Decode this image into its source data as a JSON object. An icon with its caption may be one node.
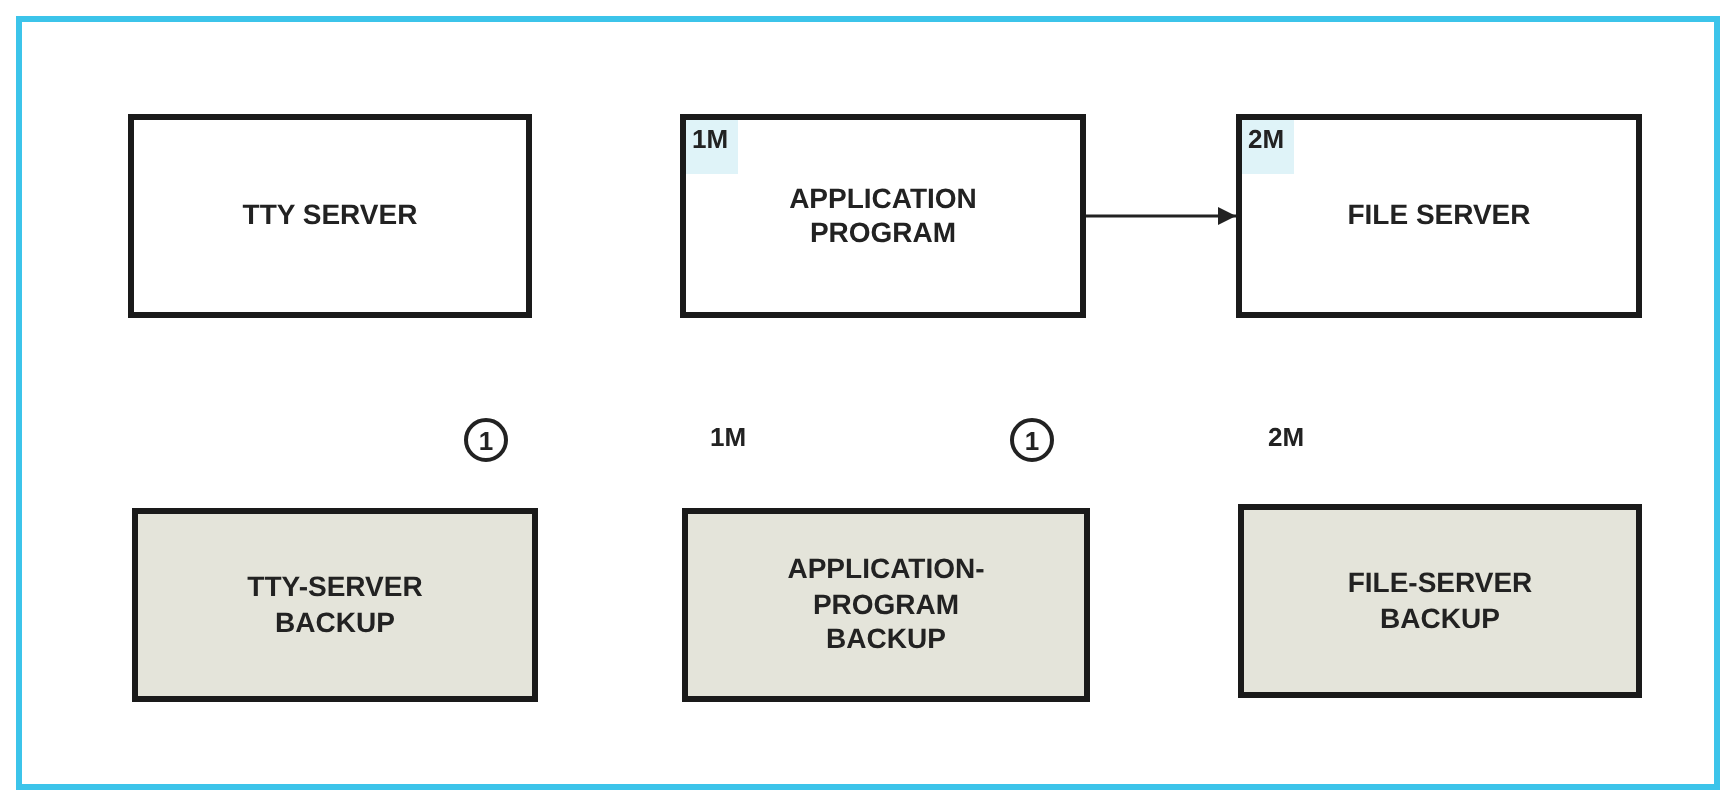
{
  "diagram": {
    "nodes": [
      {
        "text": [
          "TTY SERVER"
        ]
      },
      {
        "text": [
          "1M",
          "APPLICATION PROGRAM"
        ]
      },
      {
        "text": [
          "2M",
          "FILE SERVER"
        ]
      },
      {
        "text": [
          "TTY-SERVER BACKUP"
        ],
        "beside": [
          "1"
        ]
      },
      {
        "text": [
          "APPLICATION-PROGRAM BACKUP"
        ],
        "beside": [
          "1M",
          "1"
        ]
      },
      {
        "text": [
          "FILE-SERVER BACKUP"
        ],
        "beside": [
          "2M"
        ]
      }
    ],
    "edges": [
      {
        "from": 1,
        "to": 2,
        "arrow": "to"
      }
    ]
  }
}
